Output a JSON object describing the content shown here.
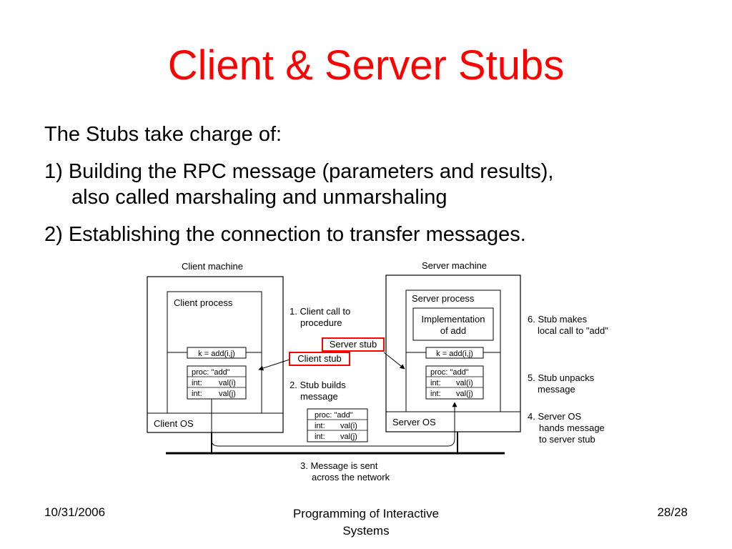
{
  "slide": {
    "title": "Client & Server Stubs",
    "text_color_title": "#ff0000",
    "body": {
      "line1": "The Stubs take charge of:",
      "line2": "1) Building the RPC message (parameters and results),",
      "line3": "also called marshaling and unmarshaling",
      "line4": "2) Establishing the connection to transfer messages."
    },
    "footer": {
      "date": "10/31/2006",
      "course_line1": "Programming of Interactive",
      "course_line2": "Systems",
      "page": "28/28"
    }
  },
  "diagram": {
    "highlight_color": "#ff0000",
    "client_machine": "Client machine",
    "server_machine": "Server machine",
    "client_process": "Client process",
    "server_process": "Server process",
    "implementation_line1": "Implementation",
    "implementation_line2": "of add",
    "client_call": "k = add(i,j)",
    "server_call": "k = add(i,j)",
    "client_os": "Client OS",
    "server_os": "Server OS",
    "server_stub": "Server stub",
    "client_stub": "Client stub",
    "msg_proc": "proc: \"add\"",
    "msg_int": "int:",
    "msg_val_i": "val(i)",
    "msg_val_j": "val(j)",
    "step1_line1": "1. Client call to",
    "step1_line2": "procedure",
    "step2_line1": "2. Stub builds",
    "step2_line2": "message",
    "step3_line1": "3. Message is sent",
    "step3_line2": "across the network",
    "step4_line1": "4. Server OS",
    "step4_line2": "hands message",
    "step4_line3": "to server stub",
    "step5_line1": "5. Stub unpacks",
    "step5_line2": "message",
    "step6_line1": "6. Stub makes",
    "step6_line2": "local call to \"add\""
  }
}
